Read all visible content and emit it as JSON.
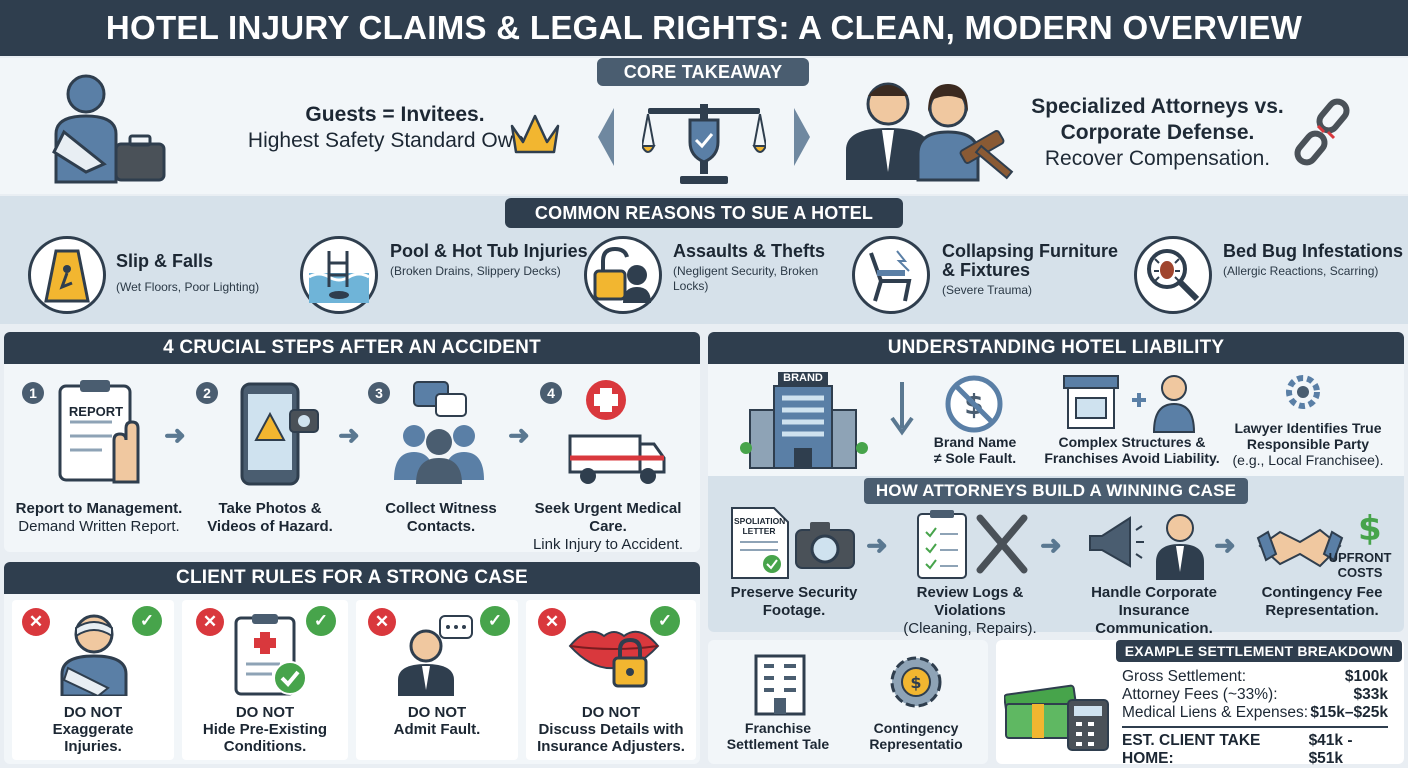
{
  "title": "HOTEL INJURY CLAIMS & LEGAL RIGHTS: A CLEAN, MODERN OVERVIEW",
  "core": {
    "label": "CORE TAKEAWAY",
    "left_bold": "Guests = Invitees.",
    "left_regular": "Highest Safety Standard Owed.",
    "right_bold_1": "Specialized Attorneys vs.",
    "right_bold_2": "Corporate Defense.",
    "right_regular": "Recover Compensation."
  },
  "reasons": {
    "label": "COMMON REASONS TO SUE A HOTEL",
    "items": [
      {
        "title": "Slip & Falls",
        "sub": "(Wet Floors, Poor Lighting)",
        "icon": "wet-floor-sign-icon"
      },
      {
        "title": "Pool & Hot Tub Injuries",
        "sub": "(Broken Drains, Slippery Decks)",
        "icon": "pool-ladder-icon"
      },
      {
        "title": "Assaults & Thefts",
        "sub": "(Negligent Security, Broken Locks)",
        "icon": "broken-lock-icon"
      },
      {
        "title": "Collapsing Furniture & Fixtures",
        "sub": "(Severe Trauma)",
        "icon": "broken-chair-icon"
      },
      {
        "title": "Bed Bug Infestations",
        "sub": "(Allergic Reactions, Scarring)",
        "icon": "bed-bug-icon"
      }
    ]
  },
  "steps": {
    "label": "4 CRUCIAL STEPS AFTER AN ACCIDENT",
    "items": [
      {
        "num": "1",
        "bold": "Report to Management.",
        "regular": "Demand Written Report.",
        "icon_text": "REPORT"
      },
      {
        "num": "2",
        "bold": "Take Photos &",
        "regular": "Videos of Hazard.",
        "icon_text": ""
      },
      {
        "num": "3",
        "bold": "Collect Witness",
        "regular": "Contacts.",
        "icon_text": ""
      },
      {
        "num": "4",
        "bold": "Seek Urgent Medical Care.",
        "regular": "Link Injury to Accident.",
        "icon_text": ""
      }
    ]
  },
  "rules": {
    "label": "CLIENT RULES FOR A STRONG CASE",
    "items": [
      {
        "line1": "DO NOT",
        "line2": "Exaggerate",
        "line3": "Injuries."
      },
      {
        "line1": "DO NOT",
        "line2": "Hide Pre-Existing",
        "line3": "Conditions."
      },
      {
        "line1": "DO NOT",
        "line2": "Admit Fault.",
        "line3": ""
      },
      {
        "line1": "DO NOT",
        "line2": "Discuss Details with",
        "line3": "Insurance Adjusters."
      }
    ]
  },
  "liability": {
    "label": "UNDERSTANDING HOTEL LIABILITY",
    "brand_tag": "BRAND",
    "items": [
      {
        "l1": "Brand Name",
        "l2": "≠ Sole Fault.",
        "l3": ""
      },
      {
        "l1": "Complex Structures &",
        "l2": "Franchises Avoid Liability.",
        "l3": ""
      },
      {
        "l1": "Lawyer Identifies True",
        "l2": "Responsible Party",
        "l3": "(e.g., Local Franchisee)."
      }
    ]
  },
  "attorneys": {
    "label": "HOW ATTORNEYS BUILD A WINNING CASE",
    "letter_text": "SPOLIATION LETTER",
    "upfront_text": "UPFRONT COSTS",
    "items": [
      {
        "l1": "Preserve Security",
        "l2": "Footage."
      },
      {
        "l1": "Review Logs & Violations",
        "l2": "(Cleaning, Repairs)."
      },
      {
        "l1": "Handle Corporate Insurance",
        "l2": "Communication."
      },
      {
        "l1": "Contingency Fee",
        "l2": "Representation."
      }
    ]
  },
  "bottom": {
    "items": [
      {
        "l1": "Franchise",
        "l2": "Settlement Tale"
      },
      {
        "l1": "Contingency",
        "l2": "Representatio"
      }
    ]
  },
  "settlement": {
    "label": "EXAMPLE SETTLEMENT BREAKDOWN",
    "rows": [
      {
        "label": "Gross Settlement:",
        "value": "$100k"
      },
      {
        "label": "Attorney Fees (~33%):",
        "value": "$33k"
      },
      {
        "label": "Medical Liens & Expenses:",
        "value": "$15k–$25k"
      }
    ],
    "total_label": "EST. CLIENT TAKE HOME:",
    "total_value": "$41k - $51k"
  },
  "colors": {
    "navy": "#2f3e4e",
    "slate": "#4a5d70",
    "red": "#d9383d",
    "green": "#47a44b",
    "gold": "#f2b630",
    "blue": "#5a7fa6"
  }
}
